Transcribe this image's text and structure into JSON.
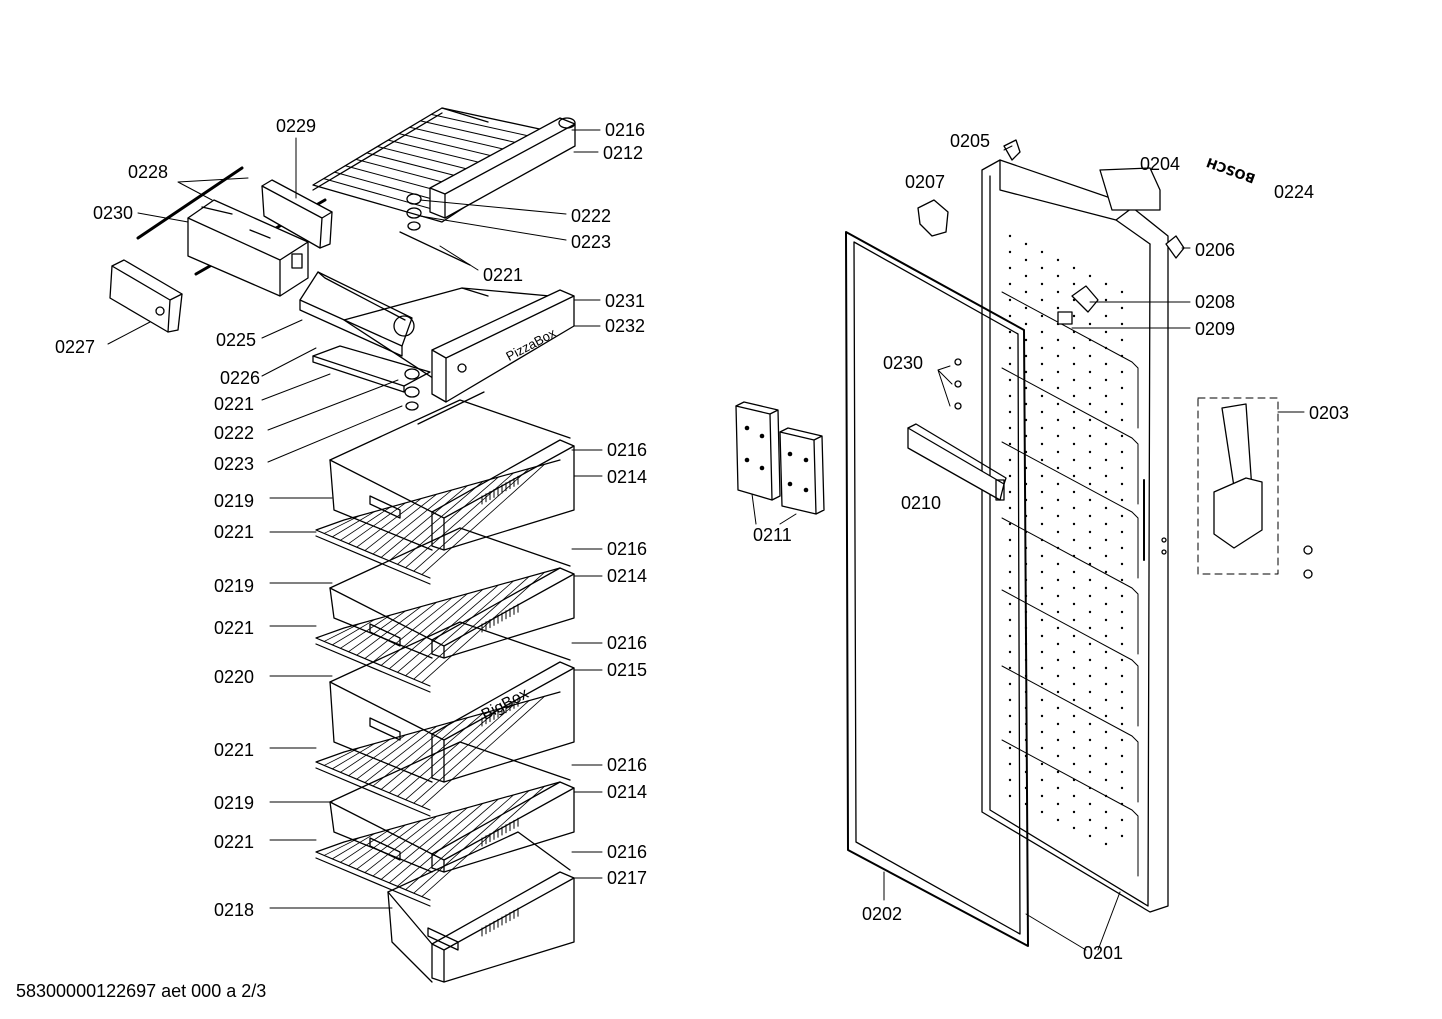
{
  "drawing_id": "58300000122697 aet 000 a 2/3",
  "brand_text": "BOSCH",
  "box_texts": {
    "pizza": "PizzaBox",
    "big": "BigBox"
  },
  "labels": {
    "l0229": "0229",
    "l0228": "0228",
    "l0230a": "0230",
    "l0227": "0227",
    "l0225": "0225",
    "l0226": "0226",
    "l0221a": "0221",
    "l0222a": "0222",
    "l0223a": "0223",
    "l0219a": "0219",
    "l0221b": "0221",
    "l0219b": "0219",
    "l0221c": "0221",
    "l0220": "0220",
    "l0221d": "0221",
    "l0219c": "0219",
    "l0221e": "0221",
    "l0218": "0218",
    "l0216a": "0216",
    "l0212": "0212",
    "l0222b": "0222",
    "l0223b": "0223",
    "l0221f": "0221",
    "l0231": "0231",
    "l0232": "0232",
    "l0216b": "0216",
    "l0214a": "0214",
    "l0216c": "0216",
    "l0214b": "0214",
    "l0216d": "0216",
    "l0215": "0215",
    "l0216e": "0216",
    "l0214c": "0214",
    "l0216f": "0216",
    "l0217": "0217",
    "l0211": "0211",
    "l0205": "0205",
    "l0207": "0207",
    "l0204": "0204",
    "l0224": "0224",
    "l0206": "0206",
    "l0208": "0208",
    "l0209": "0209",
    "l0230b": "0230",
    "l0203": "0203",
    "l0210": "0210",
    "l0202": "0202",
    "l0201": "0201"
  }
}
